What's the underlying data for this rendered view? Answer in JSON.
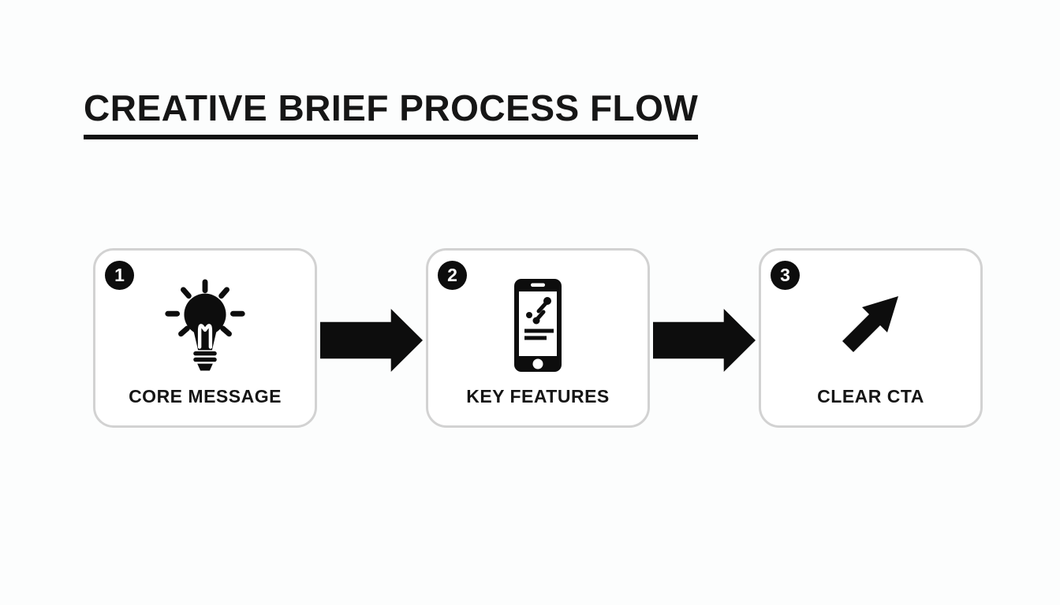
{
  "header": {
    "title": "CREATIVE BRIEF PROCESS FLOW"
  },
  "flow": {
    "steps": [
      {
        "number": "1",
        "label": "CORE MESSAGE",
        "icon": "lightbulb-idea-icon"
      },
      {
        "number": "2",
        "label": "KEY FEATURES",
        "icon": "smartphone-features-icon"
      },
      {
        "number": "3",
        "label": "CLEAR CTA",
        "icon": "growth-arrow-icon"
      }
    ],
    "connectors": [
      {
        "icon": "right-block-arrow-icon"
      },
      {
        "icon": "right-block-arrow-icon"
      }
    ]
  },
  "colors": {
    "ink": "#0d0d0d",
    "box_border": "#d2d2d2",
    "box_fill": "#ffffff",
    "background": "#fcfdfd"
  }
}
